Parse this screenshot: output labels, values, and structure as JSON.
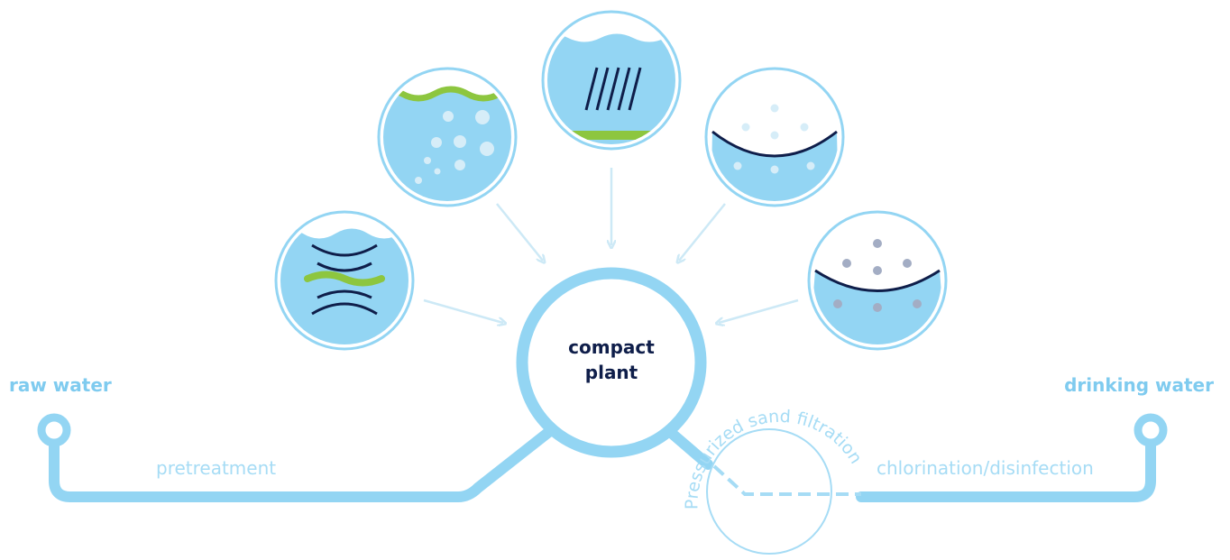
{
  "labels": {
    "raw_water": "raw water",
    "drinking_water": "drinking water",
    "center_line1": "compact",
    "center_line2": "plant",
    "pretreatment": "pretreatment",
    "chlorination": "chlorination/disinfection",
    "pressurized": "Pressurized sand filtration"
  },
  "colors": {
    "pipe": "#93d5f3",
    "pipe_light": "#a6dcf5",
    "water": "#93d5f3",
    "navy": "#0f1e4a",
    "green": "#8dc63f",
    "arrow": "#cde9f6",
    "bubble": "#d6edf8",
    "grey_dot": "#a3adc4",
    "label": "#7fcbef"
  },
  "icons": [
    "coagulation-icon",
    "flotation-icon",
    "lamella-settling-icon",
    "sedimentation-icon",
    "filtration-icon"
  ]
}
